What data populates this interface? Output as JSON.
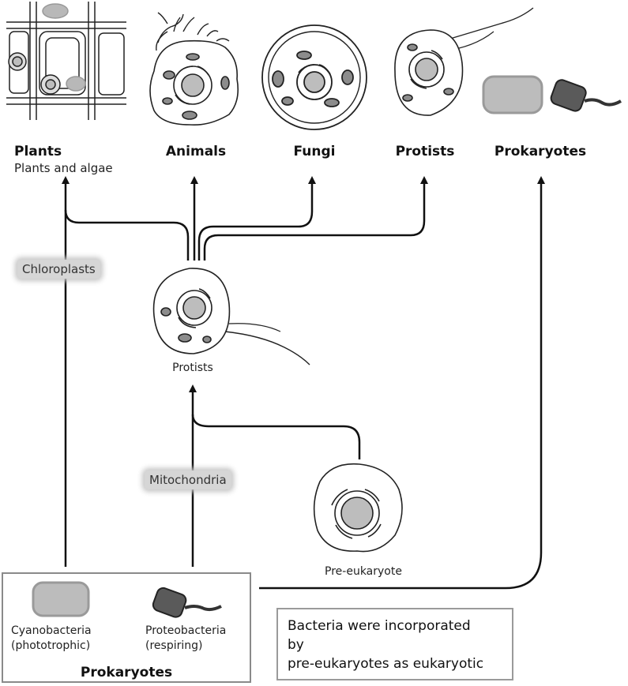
{
  "top_groups": {
    "plants": "Plants",
    "plants_sub": "Plants and algae",
    "animals": "Animals",
    "fungi": "Fungi",
    "protists": "Protists",
    "prokaryotes": "Prokaryotes"
  },
  "tags": {
    "chloroplasts": "Chloroplasts",
    "mitochondria": "Mitochondria"
  },
  "middle": {
    "protists_label": "Protists",
    "pre_eukaryote_label": "Pre-eukaryote"
  },
  "prokaryote_box": {
    "cyano_line1": "Cyanobacteria",
    "cyano_line2": "(phototrophic)",
    "proteo_line1": "Proteobacteria",
    "proteo_line2": "(respiring)",
    "title": "Prokaryotes"
  },
  "note": {
    "line1": "Bacteria were incorporated",
    "line2": "by",
    "line3": "pre-eukaryotes as eukaryotic"
  },
  "colors": {
    "line": "#111111",
    "nucleus": "#bdbdbd",
    "organelle": "#8c8c8c",
    "cyanobacteria": "#b8b8b8",
    "proteobacteria": "#5a5a5a"
  }
}
